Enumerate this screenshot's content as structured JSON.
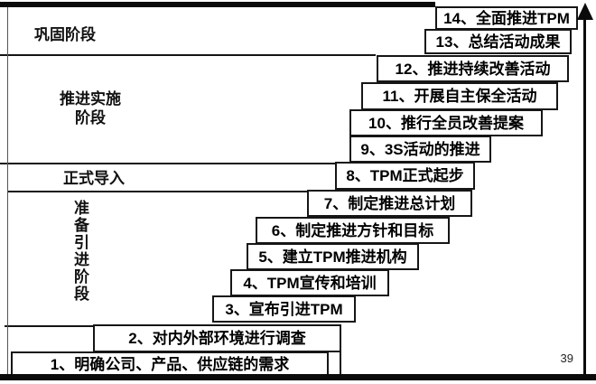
{
  "slide": {
    "page_number": "39"
  },
  "colors": {
    "background": "#ffffff",
    "line": "#141414",
    "text": "#000000"
  },
  "phases": [
    {
      "label": "巩固阶段"
    },
    {
      "line1": "推进实施",
      "line2": "阶段"
    },
    {
      "label": "正式导入"
    },
    {
      "label": "准备引进阶段"
    }
  ],
  "steps": [
    {
      "text": "1、明确公司、产品、供应链的需求"
    },
    {
      "text": "2、对内外部环境进行调查"
    },
    {
      "text": "3、宣布引进TPM"
    },
    {
      "text": "4、TPM宣传和培训"
    },
    {
      "text": "5、建立TPM推进机构"
    },
    {
      "text": "6、制定推进方针和目标"
    },
    {
      "text": "7、制定推进总计划"
    },
    {
      "text": "8、TPM正式起步"
    },
    {
      "text": "9、3S活动的推进"
    },
    {
      "text": "10、推行全员改善提案"
    },
    {
      "text": "11、开展自主保全活动"
    },
    {
      "text": "12、推进持续改善活动"
    },
    {
      "text": "13、总结活动成果"
    },
    {
      "text": "14、全面推进TPM"
    }
  ]
}
